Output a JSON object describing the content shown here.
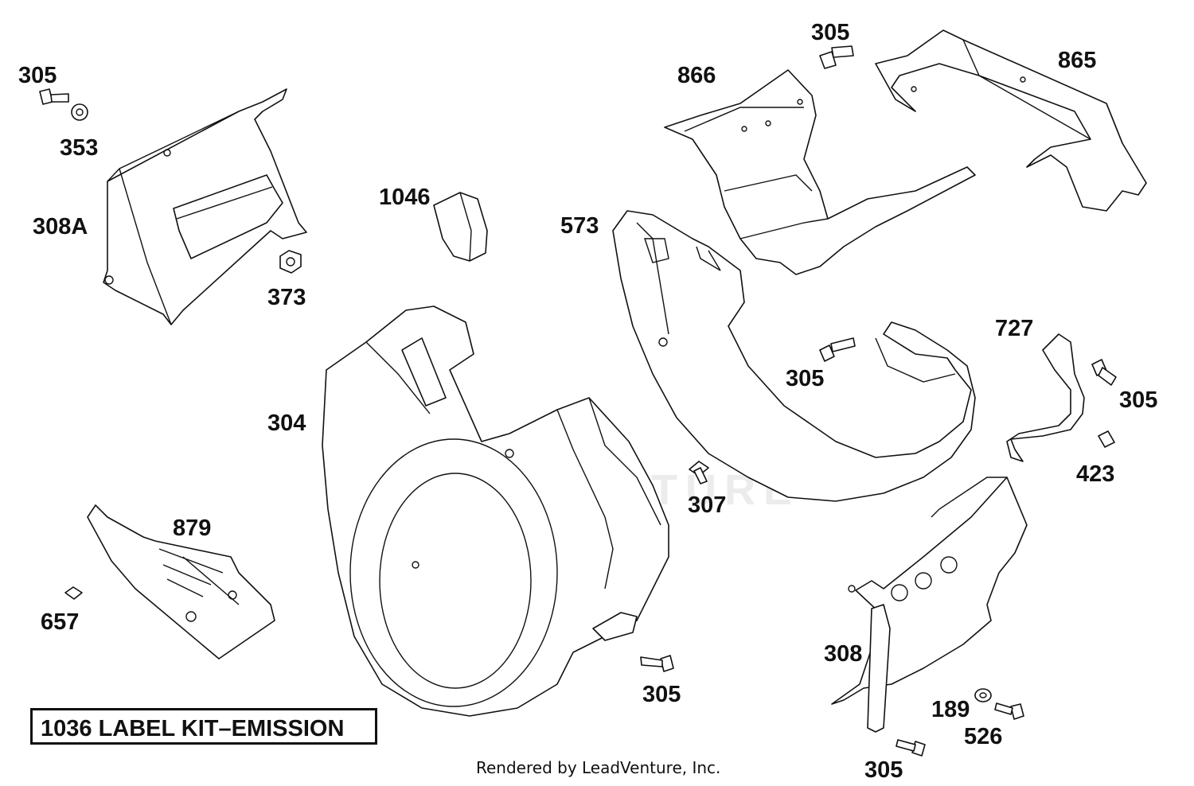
{
  "diagram": {
    "callouts": [
      {
        "id": "c305a",
        "text": "305"
      },
      {
        "id": "c353",
        "text": "353"
      },
      {
        "id": "c308a",
        "text": "308A"
      },
      {
        "id": "c373",
        "text": "373"
      },
      {
        "id": "c1046",
        "text": "1046"
      },
      {
        "id": "c573",
        "text": "573"
      },
      {
        "id": "c866",
        "text": "866"
      },
      {
        "id": "c305b",
        "text": "305"
      },
      {
        "id": "c865",
        "text": "865"
      },
      {
        "id": "c304",
        "text": "304"
      },
      {
        "id": "c305c",
        "text": "305"
      },
      {
        "id": "c727",
        "text": "727"
      },
      {
        "id": "c305d",
        "text": "305"
      },
      {
        "id": "c423",
        "text": "423"
      },
      {
        "id": "c307",
        "text": "307"
      },
      {
        "id": "c879",
        "text": "879"
      },
      {
        "id": "c657",
        "text": "657"
      },
      {
        "id": "c305e",
        "text": "305"
      },
      {
        "id": "c308",
        "text": "308"
      },
      {
        "id": "c189",
        "text": "189"
      },
      {
        "id": "c526",
        "text": "526"
      },
      {
        "id": "c305f",
        "text": "305"
      }
    ],
    "kit_label": "1036 LABEL KIT–EMISSION",
    "credit": "Rendered by LeadVenture, Inc.",
    "watermark": "LEADVENTURE"
  }
}
